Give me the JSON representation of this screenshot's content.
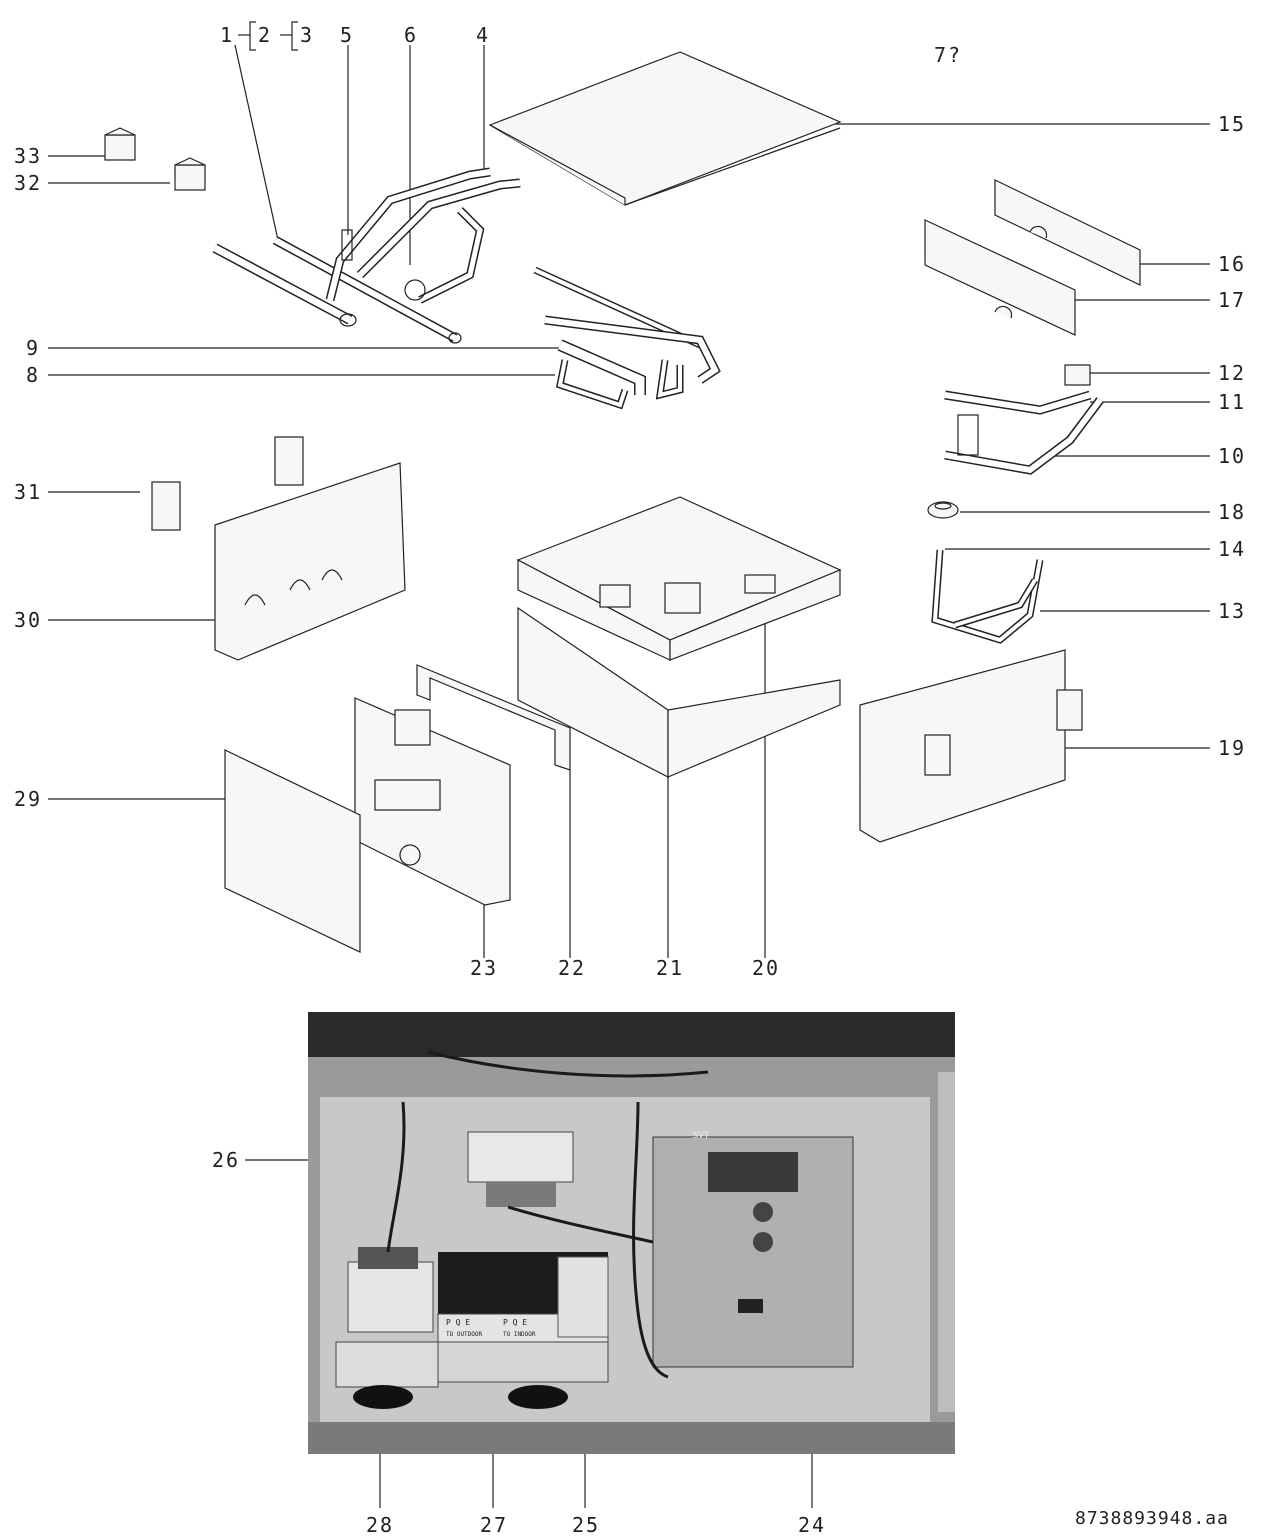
{
  "diagram": {
    "doc_id": "8738893948.aa",
    "unknown_label": "7?",
    "group_labels": {
      "a": "1",
      "b": "2",
      "c": "3"
    },
    "labels": {
      "p4": "4",
      "p5": "5",
      "p6": "6",
      "p8": "8",
      "p9": "9",
      "p10": "10",
      "p11": "11",
      "p12": "12",
      "p13": "13",
      "p14": "14",
      "p15": "15",
      "p16": "16",
      "p17": "17",
      "p18": "18",
      "p19": "19",
      "p20": "20",
      "p21": "21",
      "p22": "22",
      "p23": "23",
      "p24": "24",
      "p25": "25",
      "p26": "26",
      "p27": "27",
      "p28": "28",
      "p29": "29",
      "p30": "30",
      "p31": "31",
      "p32": "32",
      "p33": "33"
    },
    "photo_text": {
      "terminal_outdoor_pins": "P Q E",
      "terminal_outdoor": "TO OUTDOOR",
      "terminal_indoor_pins": "P Q E",
      "terminal_indoor": "TO INDOOR",
      "pcb_mark": "SVT"
    },
    "colors": {
      "line": "#222222",
      "part_fill": "#f7f7f7",
      "photo_dark": "#2a2a2a"
    }
  }
}
